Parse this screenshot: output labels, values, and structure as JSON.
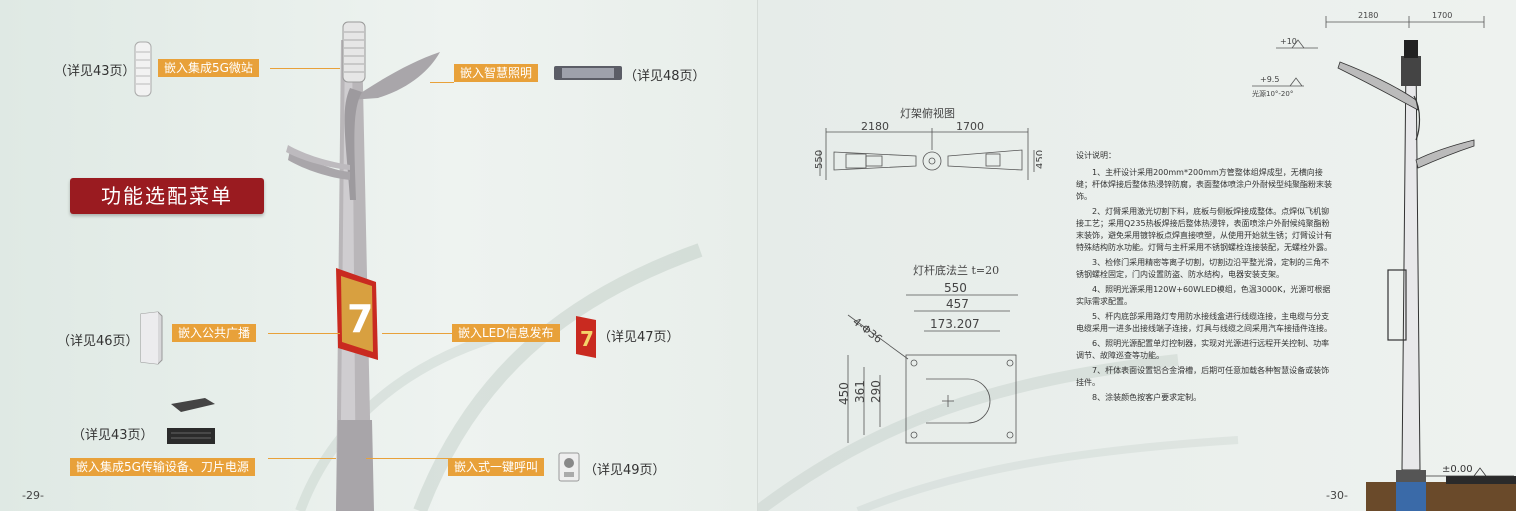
{
  "left": {
    "badge": "功能选配菜单",
    "page_number": "-29-",
    "items": [
      {
        "label": "嵌入集成5G微站",
        "ref": "（详见43页）"
      },
      {
        "label": "嵌入智慧照明",
        "ref": "（详见48页）"
      },
      {
        "label": "嵌入公共广播",
        "ref": "（详见46页）"
      },
      {
        "label": "嵌入LED信息发布",
        "ref": "（详见47页）"
      },
      {
        "label": "嵌入集成5G传输设备、刀片电源",
        "ref": "（详见43页）"
      },
      {
        "label": "嵌入式一键呼叫",
        "ref": "（详见49页）"
      }
    ]
  },
  "right": {
    "page_number": "-30-",
    "drawing1": {
      "title": "灯架俯视图",
      "dim_left": "2180",
      "dim_right": "1700",
      "height_left": "550",
      "height_right": "450"
    },
    "drawing2": {
      "title": "灯杆底法兰 t=20",
      "w1": "550",
      "w2": "457",
      "w3": "173.207",
      "h1": "450",
      "h2": "361",
      "h3": "290",
      "holes": "4-Φ36"
    },
    "elevation": {
      "dim_left": "2180",
      "dim_right": "1700",
      "level_top": "+10",
      "level_mid": "+9.5",
      "light_note": "光源10°-20°",
      "level_ground": "±0.00"
    },
    "notes_title": "设计说明：",
    "notes": [
      "1、主杆设计采用200mm*200mm方管整体组焊成型，无横向接缝；杆体焊接后整体热浸锌防腐，表面整体喷涂户外耐候型纯聚酯粉末装饰。",
      "2、灯臂采用激光切割下料，底板与侧板焊接成整体。点焊似飞机铆接工艺；采用Q235热板焊接后整体热浸锌，表面喷涂户外耐候纯聚酯粉末装饰，避免采用镀锌板点焊直接喷塑，从使用开始就生锈；灯臂设计有特殊结构防水功能。灯臂与主杆采用不锈钢螺栓连接装配，无螺栓外露。",
      "3、检修门采用精密等离子切割，切割边沿平整光滑，定制的三角不锈钢螺栓固定，门内设置防盗、防水结构，电器安装支架。",
      "4、照明光源采用120W+60WLED模组，色温3000K，光源可根据实际需求配置。",
      "5、杆内底部采用路灯专用防水接线盒进行线缆连接，主电缆与分支电缆采用一进多出接线端子连接，灯具与线缆之间采用汽车接插件连接。",
      "6、照明光源配置单灯控制器，实现对光源进行远程开关控制、功率调节、故障巡查等功能。",
      "7、杆体表面设置铝合金滑槽，后期可任意加载各种智慧设备或装饰挂件。",
      "8、涂装颜色按客户要求定制。"
    ],
    "colors": {
      "accent": "#e8a13a",
      "badge": "#9a1b20"
    }
  }
}
